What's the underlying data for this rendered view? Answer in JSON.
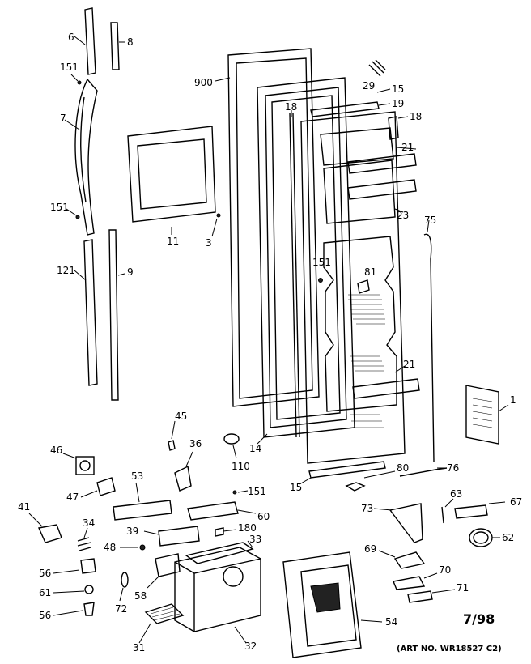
{
  "diagram": {
    "parts": [
      {
        "id": "p6",
        "label": "6"
      },
      {
        "id": "p8",
        "label": "8"
      },
      {
        "id": "p151a",
        "label": "151"
      },
      {
        "id": "p7",
        "label": "7"
      },
      {
        "id": "p151b",
        "label": "151"
      },
      {
        "id": "p121",
        "label": "121"
      },
      {
        "id": "p9",
        "label": "9"
      },
      {
        "id": "p11",
        "label": "11"
      },
      {
        "id": "p3",
        "label": "3"
      },
      {
        "id": "p900",
        "label": "900"
      },
      {
        "id": "p29",
        "label": "29"
      },
      {
        "id": "p15a",
        "label": "15"
      },
      {
        "id": "p19",
        "label": "19"
      },
      {
        "id": "p18a",
        "label": "18"
      },
      {
        "id": "p18b",
        "label": "18"
      },
      {
        "id": "p21a",
        "label": "21"
      },
      {
        "id": "p23",
        "label": "23"
      },
      {
        "id": "p75",
        "label": "75"
      },
      {
        "id": "p151c",
        "label": "151"
      },
      {
        "id": "p81",
        "label": "81"
      },
      {
        "id": "p21b",
        "label": "21"
      },
      {
        "id": "p1",
        "label": "1"
      },
      {
        "id": "p45",
        "label": "45"
      },
      {
        "id": "p36",
        "label": "36"
      },
      {
        "id": "p46",
        "label": "46"
      },
      {
        "id": "p110",
        "label": "110"
      },
      {
        "id": "p14",
        "label": "14"
      },
      {
        "id": "p80",
        "label": "80"
      },
      {
        "id": "p76",
        "label": "76"
      },
      {
        "id": "p15b",
        "label": "15"
      },
      {
        "id": "p53",
        "label": "53"
      },
      {
        "id": "p47",
        "label": "47"
      },
      {
        "id": "p151d",
        "label": "151"
      },
      {
        "id": "p60",
        "label": "60"
      },
      {
        "id": "p41",
        "label": "41"
      },
      {
        "id": "p34",
        "label": "34"
      },
      {
        "id": "p39",
        "label": "39"
      },
      {
        "id": "p180",
        "label": "180"
      },
      {
        "id": "p33",
        "label": "33"
      },
      {
        "id": "p48",
        "label": "48"
      },
      {
        "id": "p63",
        "label": "63"
      },
      {
        "id": "p67",
        "label": "67"
      },
      {
        "id": "p73",
        "label": "73"
      },
      {
        "id": "p62",
        "label": "62"
      },
      {
        "id": "p56a",
        "label": "56"
      },
      {
        "id": "p69",
        "label": "69"
      },
      {
        "id": "p70",
        "label": "70"
      },
      {
        "id": "p61",
        "label": "61"
      },
      {
        "id": "p58",
        "label": "58"
      },
      {
        "id": "p72",
        "label": "72"
      },
      {
        "id": "p71",
        "label": "71"
      },
      {
        "id": "p56b",
        "label": "56"
      },
      {
        "id": "p54",
        "label": "54"
      },
      {
        "id": "p31",
        "label": "31"
      },
      {
        "id": "p32",
        "label": "32"
      }
    ],
    "date_code": "7/98",
    "art_number": "(ART NO. WR18527 C2)"
  }
}
